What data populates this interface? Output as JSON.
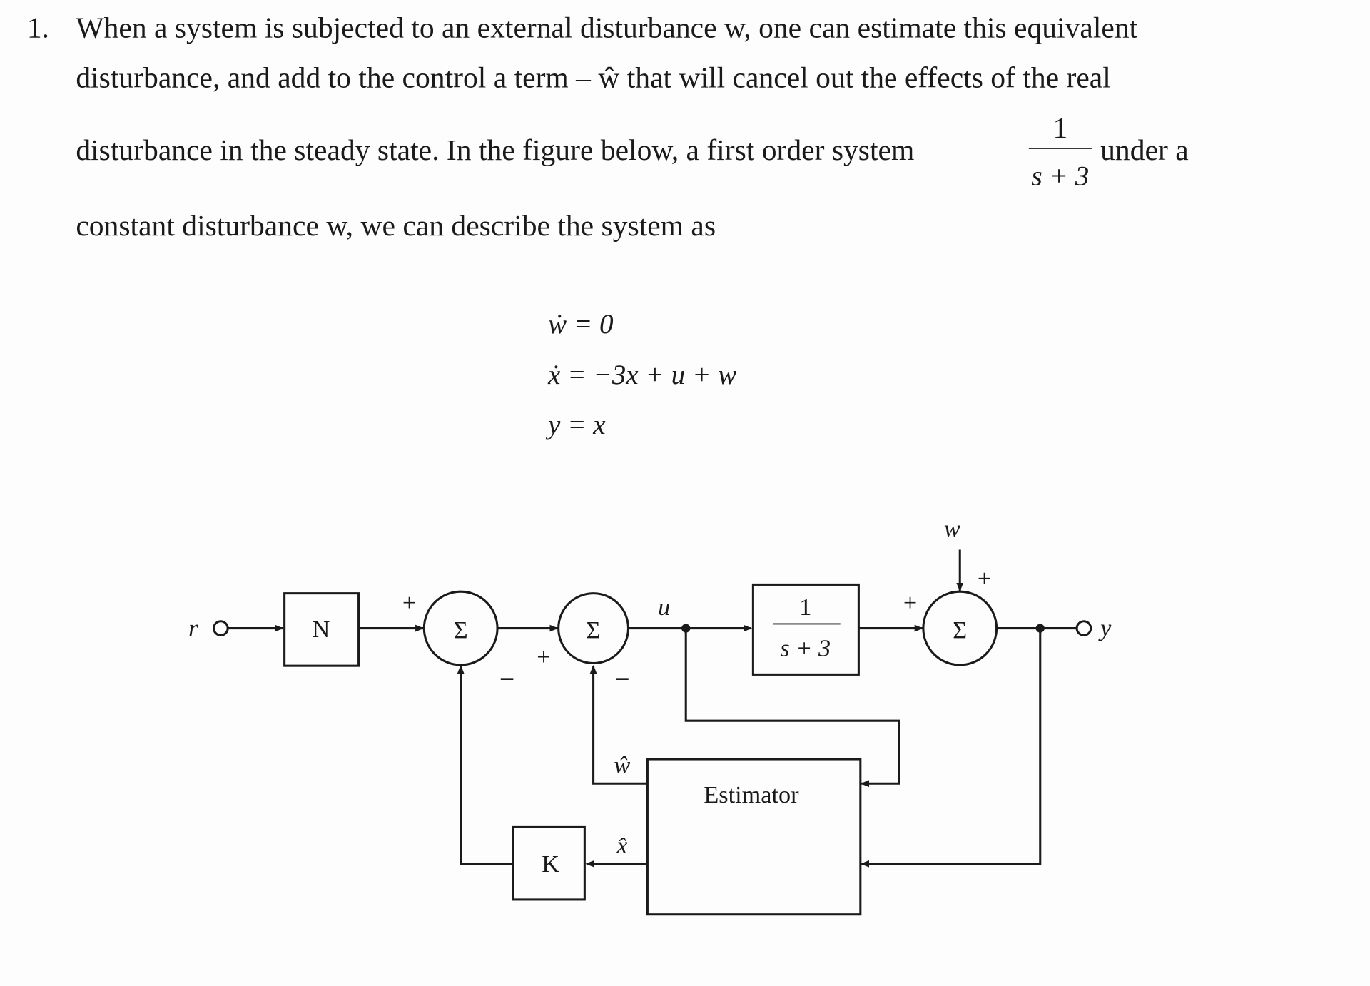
{
  "problem": {
    "number": "1.",
    "line1": "When a system is subjected to an external disturbance w, one can estimate this equivalent",
    "line2": "disturbance, and add to the control a term – ŵ that will cancel out the effects of the real",
    "line3": "disturbance in the steady state. In the figure below, a first order system",
    "tf_num": "1",
    "tf_den": "s + 3",
    "line3_end": "under a",
    "line4": "constant disturbance w, we can describe the system as"
  },
  "equations": [
    "ẇ = 0",
    "ẋ = −3x + u + w",
    "y = x"
  ],
  "diagram": {
    "input": "r",
    "output": "y",
    "gain_n": "N",
    "gain_k": "K",
    "sum_symbol": "Σ",
    "plant_num": "1",
    "plant_den": "s + 3",
    "disturbance": "w",
    "control": "u",
    "estimator": "Estimator",
    "w_hat": "ŵ",
    "x_hat": "x̂",
    "plus": "+",
    "minus": "–"
  }
}
